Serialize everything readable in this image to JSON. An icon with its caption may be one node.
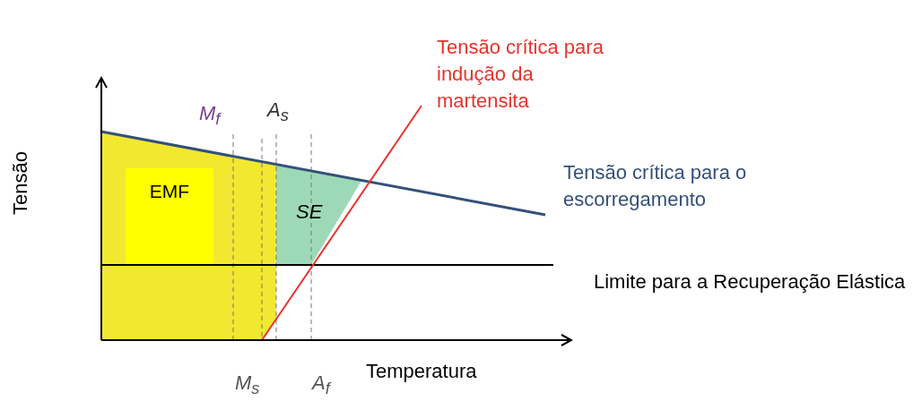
{
  "diagram": {
    "nodes": [
      {
        "text": [
          "EMF"
        ]
      },
      {
        "text": [
          "SE"
        ]
      }
    ],
    "labels": [
      "Tensão crítica para indução da martensita",
      "M$_{f}$",
      "A$_{s}$",
      "Tensão",
      "Tensão crítica para o escorregamento",
      "Limite para a Recuperação Elástica",
      "Temperatura",
      "M$_{s}$",
      "A$_{f}$"
    ]
  }
}
